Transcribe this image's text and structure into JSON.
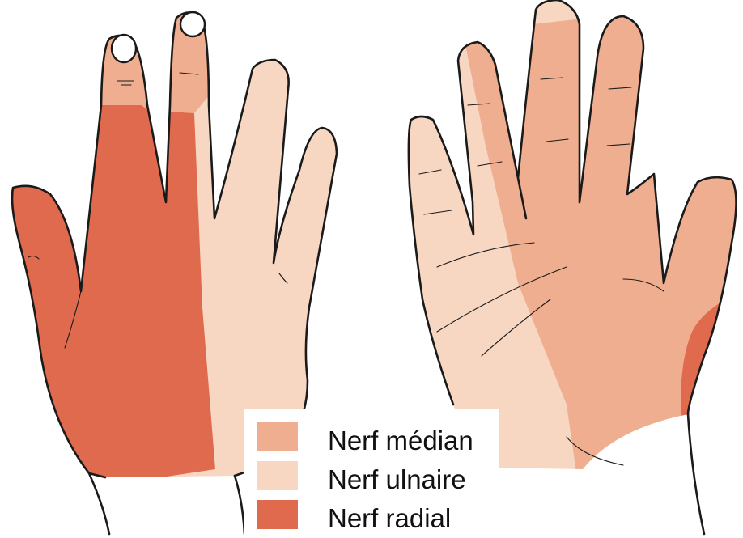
{
  "colors": {
    "median": "#EEAE8F",
    "ulnar": "#F7D6C2",
    "radial": "#E06A4E",
    "outline": "#1a1a1a",
    "nail": "#ffffff"
  },
  "legend": {
    "items": [
      {
        "key": "median",
        "label": "Nerf médian",
        "color": "#EEAE8F"
      },
      {
        "key": "ulnar",
        "label": "Nerf ulnaire",
        "color": "#F7D6C2"
      },
      {
        "key": "radial",
        "label": "Nerf radial",
        "color": "#E06A4E"
      }
    ]
  }
}
